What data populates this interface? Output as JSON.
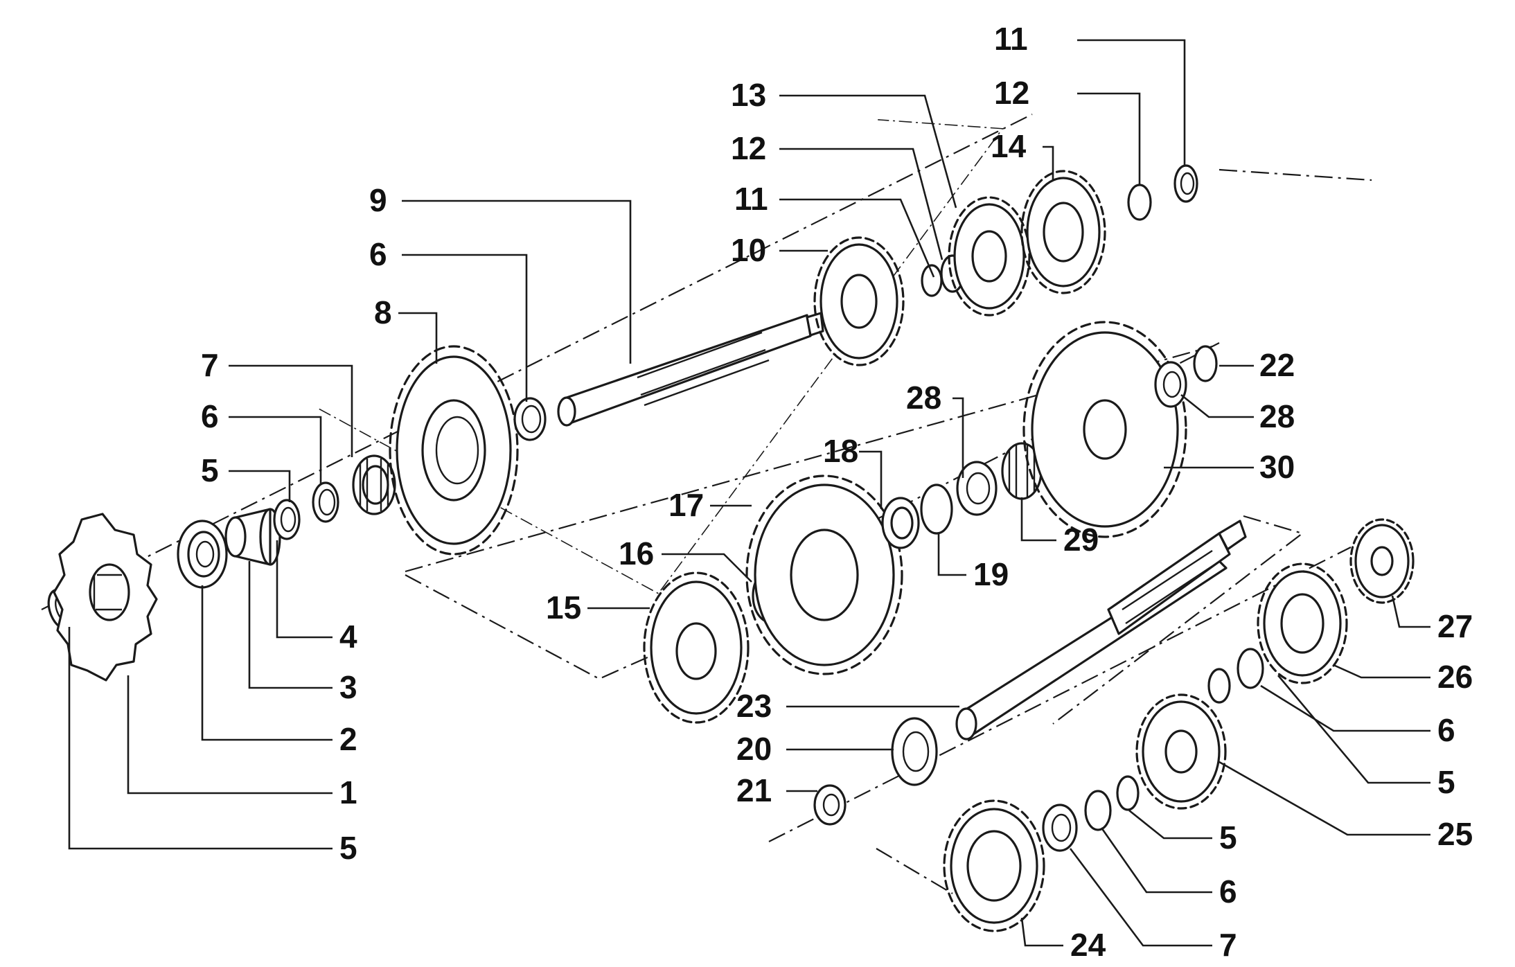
{
  "callouts": {
    "c01": "11",
    "c02": "12",
    "c03": "13",
    "c04": "12",
    "c05": "14",
    "c06": "11",
    "c07": "9",
    "c08": "10",
    "c09": "6",
    "c10": "8",
    "c11": "7",
    "c12": "6",
    "c13": "5",
    "c14": "4",
    "c15": "3",
    "c16": "2",
    "c17": "1",
    "c18": "5",
    "c19": "22",
    "c20": "28",
    "c21": "28",
    "c22": "30",
    "c23": "18",
    "c24": "29",
    "c25": "17",
    "c26": "19",
    "c27": "16",
    "c28": "15",
    "c29": "27",
    "c30": "26",
    "c31": "6",
    "c32": "5",
    "c33": "23",
    "c34": "25",
    "c35": "20",
    "c36": "5",
    "c37": "21",
    "c38": "6",
    "c39": "24",
    "c40": "7"
  }
}
